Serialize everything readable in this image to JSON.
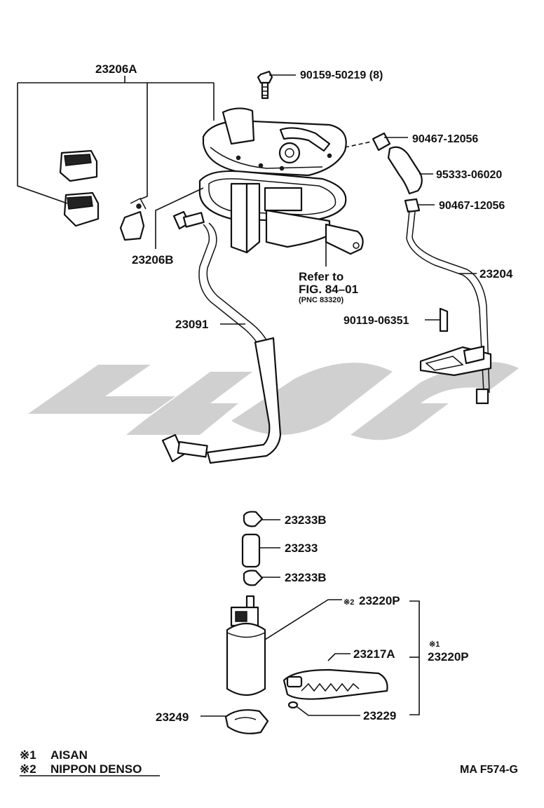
{
  "diagram": {
    "part_numbers": {
      "p23206A": "23206A",
      "p23206B": "23206B",
      "p90159": "90159-50219 (8)",
      "p90467_top": "90467-12056",
      "p95333": "95333-06020",
      "p90467_bottom": "90467-12056",
      "p23204": "23204",
      "p90119": "90119-06351",
      "p23091": "23091",
      "p23233B_top": "23233B",
      "p23233": "23233",
      "p23233B_bottom": "23233B",
      "p23220P_denso": "23220P",
      "p23217A": "23217A",
      "p23220P_aisan": "23220P",
      "p23249": "23249",
      "p23229": "23229"
    },
    "refer": {
      "line1": "Refer to",
      "line2": "FIG. 84–01",
      "line3": "(PNC 83320)"
    },
    "marks": {
      "note2": "※2",
      "note1": "※1"
    },
    "legend": {
      "item1_mark": "※1",
      "item1_text": "AISAN",
      "item2_mark": "※2",
      "item2_text": "NIPPON DENSO"
    },
    "figure_code": "MA F574-G"
  }
}
